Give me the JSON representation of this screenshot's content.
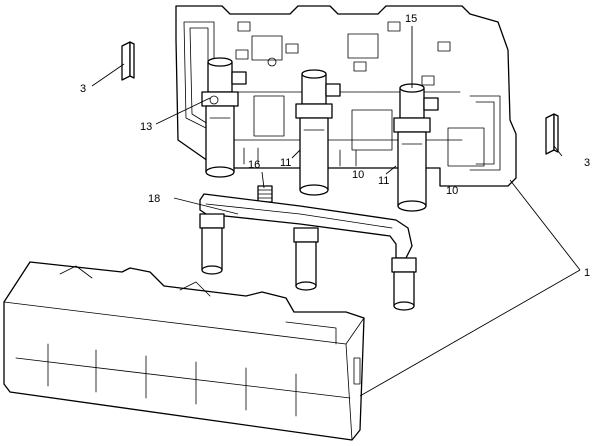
{
  "figure": {
    "callouts": {
      "c1": "1",
      "c3_left": "3",
      "c3_right": "3",
      "c10_a": "10",
      "c10_b": "10",
      "c11_a": "11",
      "c11_b": "11",
      "c13": "13",
      "c15": "15",
      "c16": "16",
      "c18": "18"
    }
  }
}
